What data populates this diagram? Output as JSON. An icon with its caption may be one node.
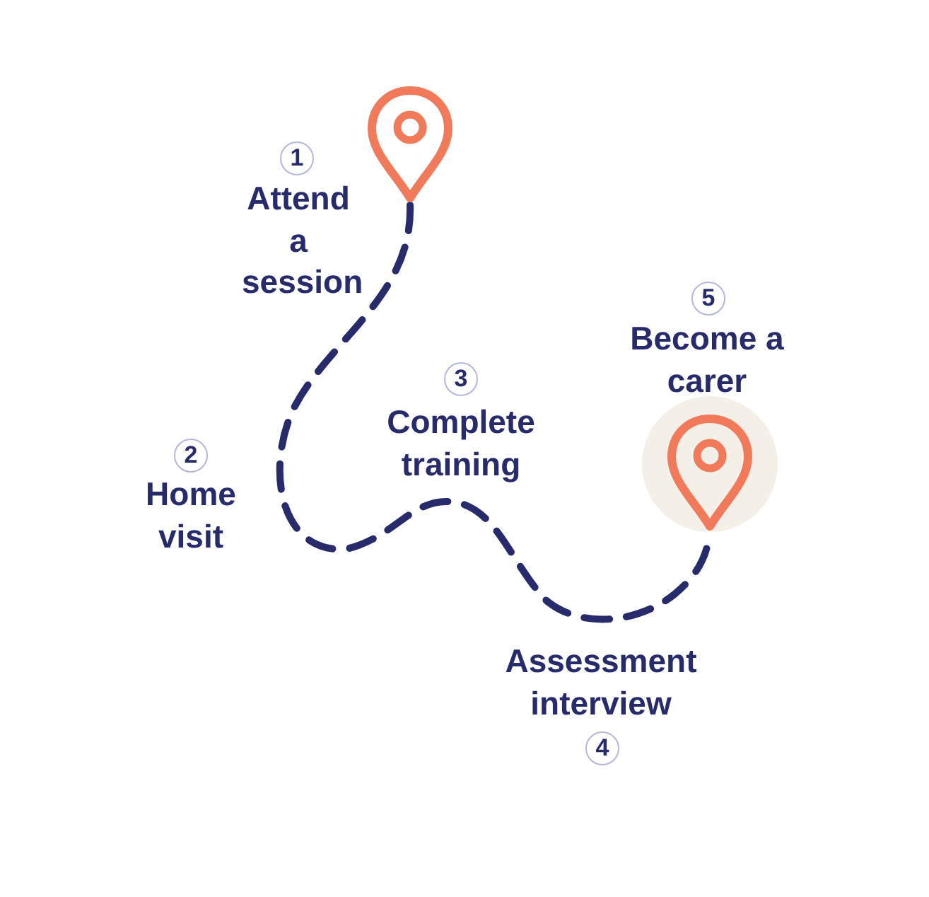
{
  "diagram": {
    "nodes": [
      {
        "text": [],
        "shape": "pin"
      },
      {
        "text": [
          "1"
        ],
        "beside": [
          "Attend a session"
        ]
      },
      {
        "text": [
          "5"
        ],
        "beside": [
          "Become a carer"
        ]
      },
      {
        "text": [
          "3"
        ],
        "beside": [
          "Complete training"
        ]
      },
      {
        "text": [
          "2"
        ],
        "beside": [
          "Home visit"
        ]
      },
      {
        "text": [],
        "shape": "pin"
      },
      {
        "text": [
          "4"
        ],
        "beside": [
          "Assessment interview"
        ]
      }
    ],
    "edges": [
      {
        "from": 0,
        "to": 5,
        "arrow": "none",
        "style": "dashed"
      }
    ]
  }
}
